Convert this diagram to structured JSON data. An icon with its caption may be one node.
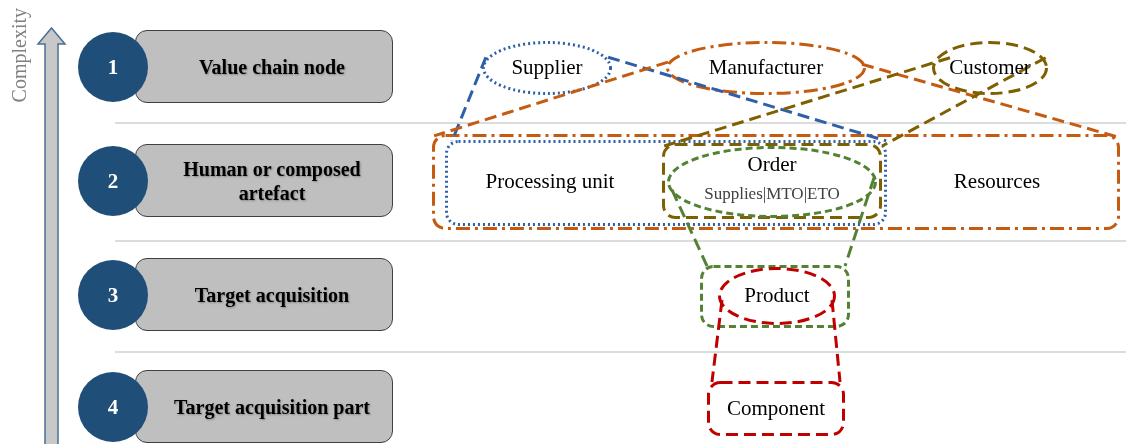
{
  "diagram": {
    "nodes": [
      {
        "text": [
          "1",
          "Value chain node"
        ]
      },
      {
        "text": [
          "2",
          "Human or composed artefact"
        ]
      },
      {
        "text": [
          "3",
          "Target acquisition"
        ]
      },
      {
        "text": [
          "4",
          "Target acquisition part"
        ]
      },
      {
        "text": [
          "Supplier"
        ]
      },
      {
        "text": [
          "Manufacturer"
        ]
      },
      {
        "text": [
          "Customer"
        ]
      },
      {
        "text": [
          "Resources"
        ]
      },
      {
        "text": [
          "Processing unit"
        ],
        "in": 7
      },
      {
        "text": [],
        "shape": "box",
        "in": 8
      },
      {
        "text": [
          "Order",
          "Supplies|MTO|ETO"
        ],
        "in": 9
      },
      {
        "text": [],
        "shape": "box"
      },
      {
        "text": [
          "Product"
        ],
        "in": 11
      },
      {
        "text": [
          "Component"
        ]
      }
    ],
    "edges": [
      {
        "from": 4,
        "to": 8,
        "arrow": "none",
        "style": "dashed",
        "color": "#2e5fa8"
      },
      {
        "from": 4,
        "to": 8,
        "arrow": "none",
        "style": "dashed",
        "color": "#2e5fa8"
      },
      {
        "from": 5,
        "to": 7,
        "arrow": "none",
        "style": "dashed",
        "color": "#c55a11"
      },
      {
        "from": 5,
        "to": 7,
        "arrow": "none",
        "style": "dashed",
        "color": "#c55a11"
      },
      {
        "from": 6,
        "to": 9,
        "arrow": "none",
        "style": "dashed",
        "color": "#7f6000"
      },
      {
        "from": 6,
        "to": 9,
        "arrow": "none",
        "style": "dashed",
        "color": "#7f6000"
      },
      {
        "from": 10,
        "to": 11,
        "arrow": "none",
        "style": "dashed",
        "color": "#548235"
      },
      {
        "from": 10,
        "to": 11,
        "arrow": "none",
        "style": "dashed",
        "color": "#548235"
      },
      {
        "from": 12,
        "to": 13,
        "arrow": "none",
        "style": "dashed",
        "color": "#c00000"
      },
      {
        "from": 12,
        "to": 13,
        "arrow": "none",
        "style": "dashed",
        "color": "#c00000"
      }
    ],
    "labels": [
      "Complexity"
    ]
  }
}
